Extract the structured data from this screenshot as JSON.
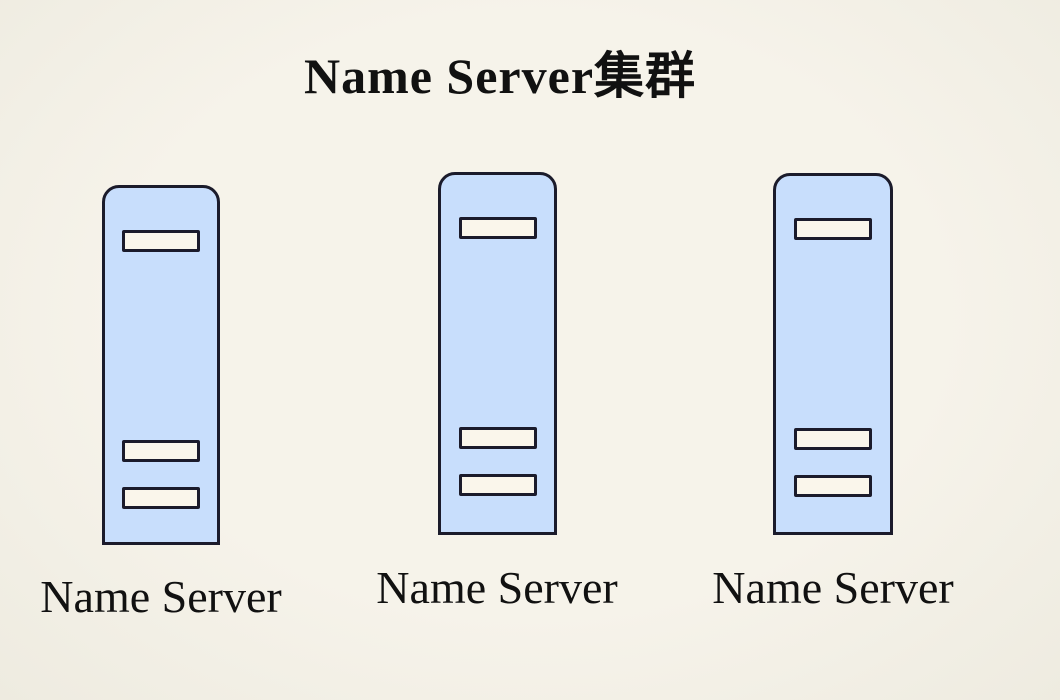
{
  "title": "Name Server集群",
  "servers": [
    {
      "label": "Name Server"
    },
    {
      "label": "Name Server"
    },
    {
      "label": "Name Server"
    }
  ],
  "colors": {
    "background": "#f6f3ea",
    "background_edge": "#eeebe0",
    "server_fill": "#c8defc",
    "server_border": "#1b1b2b",
    "slot_fill": "#faf6eb",
    "text_color": "#111111"
  }
}
